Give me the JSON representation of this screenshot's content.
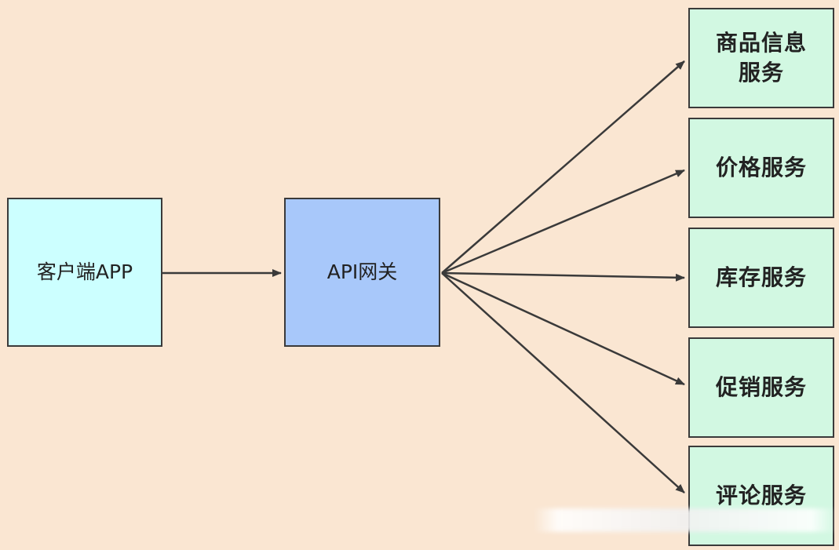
{
  "client": {
    "label": "客户端APP"
  },
  "gateway": {
    "label": "API网关"
  },
  "services": [
    {
      "label": "商品信息服务"
    },
    {
      "label": "价格服务"
    },
    {
      "label": "库存服务"
    },
    {
      "label": "促销服务"
    },
    {
      "label": "评论服务"
    }
  ],
  "colors": {
    "background": "#fae6d2",
    "client_fill": "#ccffff",
    "gateway_fill": "#a8c8fa",
    "service_fill": "#d2f8e2",
    "stroke": "#3a3a3a"
  }
}
